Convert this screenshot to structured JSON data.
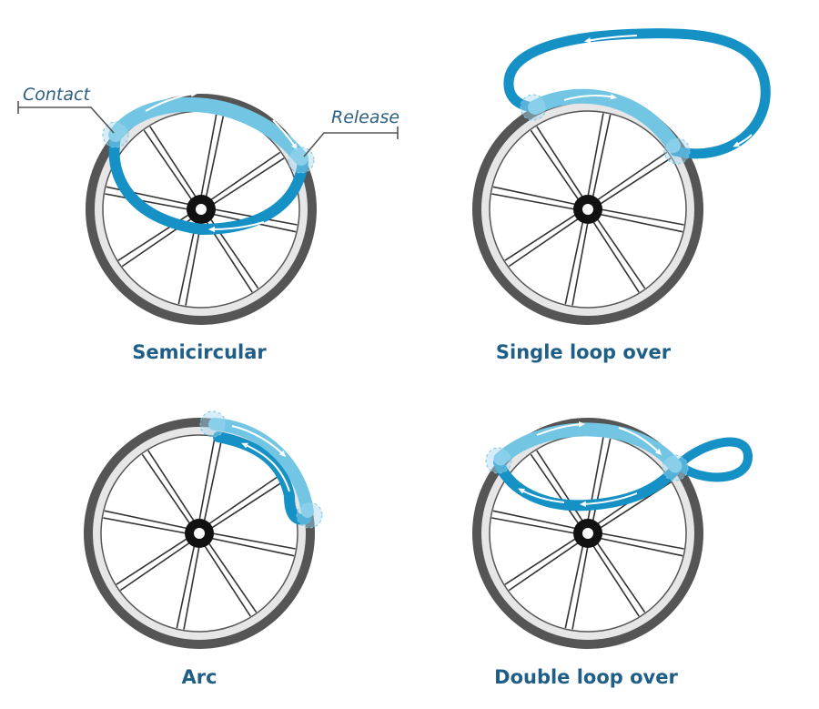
{
  "labels": {
    "contact": "Contact",
    "release": "Release"
  },
  "wheels": [
    {
      "caption": "Semicircular"
    },
    {
      "caption": "Single loop over"
    },
    {
      "caption": "Arc"
    },
    {
      "caption": "Double loop over"
    }
  ],
  "colors": {
    "tire": "#555555",
    "rim": "#e6e6e6",
    "spoke": "#333333",
    "stroke_light": "#72c6e4",
    "stroke_dark": "#1591c6",
    "caption": "#1f5e86"
  },
  "spoke_count": 16
}
